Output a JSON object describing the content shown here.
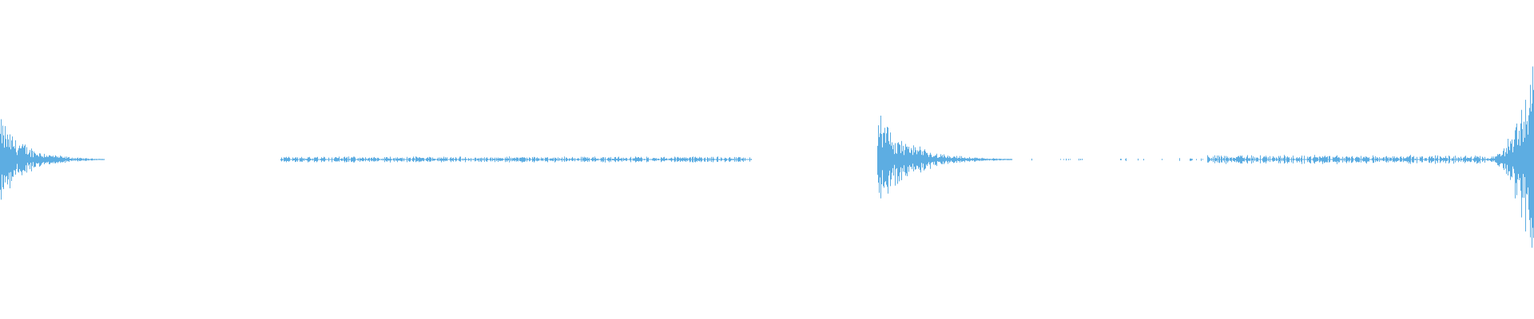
{
  "waveform": {
    "color": "#5dade2",
    "baseline_fraction": 0.5,
    "segments": [
      {
        "start": 0.0,
        "end": 0.068,
        "peak": 0.3,
        "decay": "fast",
        "kind": "burst"
      },
      {
        "start": 0.183,
        "end": 0.49,
        "peak": 0.02,
        "kind": "faint"
      },
      {
        "start": 0.572,
        "end": 0.66,
        "peak": 0.32,
        "decay": "fast",
        "kind": "burst"
      },
      {
        "start": 0.665,
        "end": 0.785,
        "peak": 0.01,
        "kind": "sparse"
      },
      {
        "start": 0.787,
        "end": 0.97,
        "peak": 0.03,
        "kind": "faint"
      },
      {
        "start": 0.96,
        "end": 1.0,
        "peak": 0.9,
        "decay": "rise",
        "kind": "burst"
      }
    ]
  }
}
